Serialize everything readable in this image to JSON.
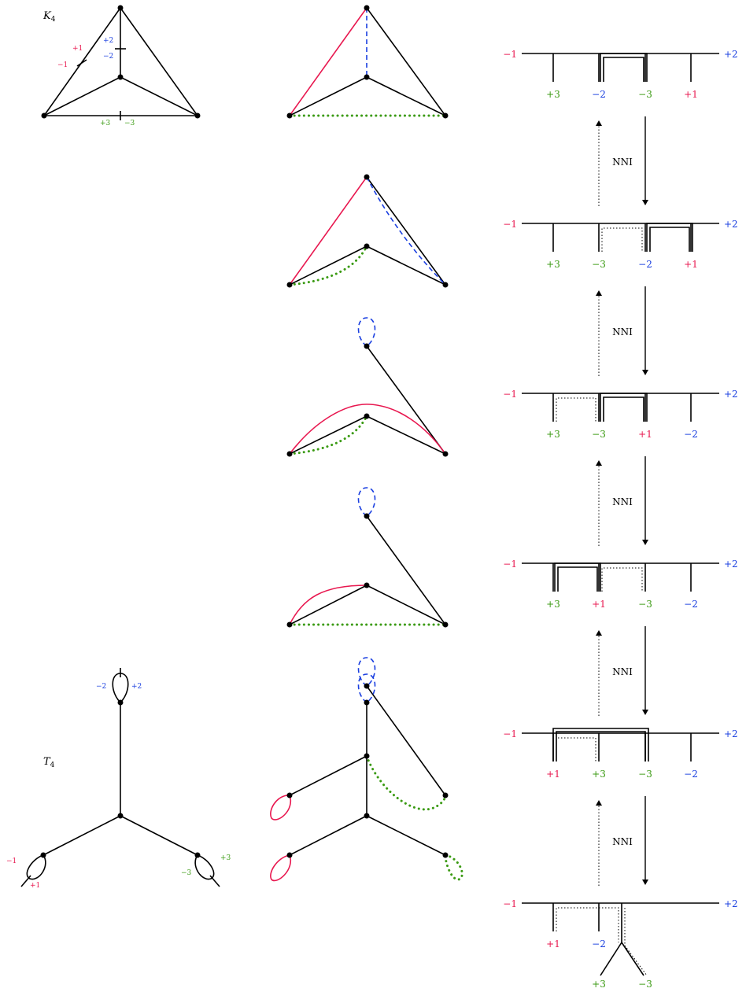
{
  "colors": {
    "black": "#000000",
    "red": "#e8174f",
    "blue": "#1a3fe0",
    "green": "#3a9a12"
  },
  "graphs": {
    "k4": {
      "title": "K",
      "title_sub": "4",
      "edge_labels": {
        "plus1": "+1",
        "minus1": "−1",
        "plus2": "+2",
        "minus2": "−2",
        "plus3": "+3",
        "minus3": "−3"
      }
    },
    "t4": {
      "title": "T",
      "title_sub": "4",
      "loop_labels": {
        "top_left": "−2",
        "top_right": "+2",
        "left_outer": "−1",
        "left_inner": "+1",
        "right_inner": "−3",
        "right_outer": "+3"
      }
    }
  },
  "chords": {
    "arrow_label": "NNI",
    "rows": [
      {
        "left": "−1",
        "right": "+2",
        "ticks": [
          {
            "label": "+3",
            "color": "green"
          },
          {
            "label": "−2",
            "color": "blue"
          },
          {
            "label": "−3",
            "color": "green"
          },
          {
            "label": "+1",
            "color": "red"
          }
        ]
      },
      {
        "left": "−1",
        "right": "+2",
        "ticks": [
          {
            "label": "+3",
            "color": "green"
          },
          {
            "label": "−3",
            "color": "green"
          },
          {
            "label": "−2",
            "color": "blue"
          },
          {
            "label": "+1",
            "color": "red"
          }
        ]
      },
      {
        "left": "−1",
        "right": "+2",
        "ticks": [
          {
            "label": "+3",
            "color": "green"
          },
          {
            "label": "−3",
            "color": "green"
          },
          {
            "label": "+1",
            "color": "red"
          },
          {
            "label": "−2",
            "color": "blue"
          }
        ]
      },
      {
        "left": "−1",
        "right": "+2",
        "ticks": [
          {
            "label": "+3",
            "color": "green"
          },
          {
            "label": "+1",
            "color": "red"
          },
          {
            "label": "−3",
            "color": "green"
          },
          {
            "label": "−2",
            "color": "blue"
          }
        ]
      },
      {
        "left": "−1",
        "right": "+2",
        "ticks": [
          {
            "label": "+1",
            "color": "red"
          },
          {
            "label": "+3",
            "color": "green"
          },
          {
            "label": "−3",
            "color": "green"
          },
          {
            "label": "−2",
            "color": "blue"
          }
        ]
      },
      {
        "left": "−1",
        "right": "+2",
        "ticks": [
          {
            "label": "+1",
            "color": "red"
          },
          {
            "label": "−2",
            "color": "blue"
          },
          {
            "label": "+3",
            "color": "green"
          },
          {
            "label": "−3",
            "color": "green"
          }
        ]
      }
    ]
  }
}
